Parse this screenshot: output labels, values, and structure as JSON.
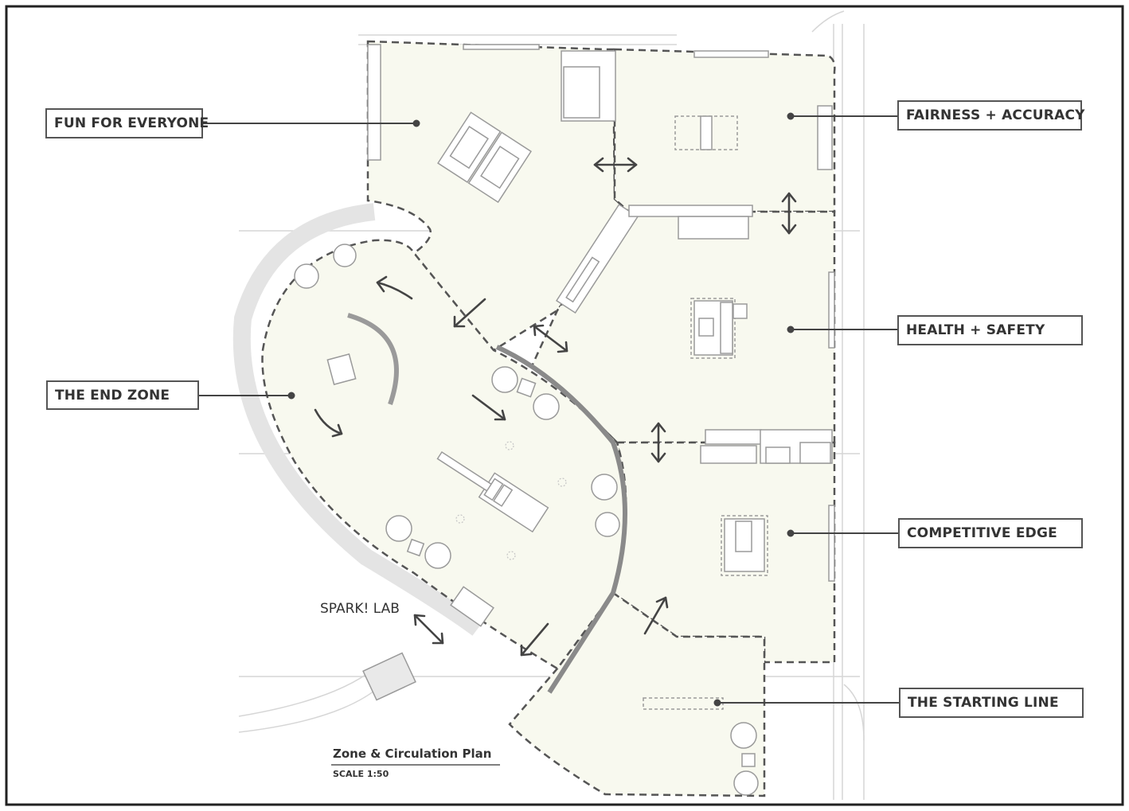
{
  "labels": {
    "fun_for_everyone": "FUN FOR EVERYONE",
    "fairness_accuracy": "FAIRNESS + ACCURACY",
    "the_end_zone": "THE END ZONE",
    "health_safety": "HEALTH + SAFETY",
    "competitive_edge": "COMPETITIVE EDGE",
    "the_starting_line": "THE STARTING LINE",
    "spark_lab": "SPARK! LAB"
  },
  "caption": {
    "title": "Zone & Circulation Plan",
    "scale": "SCALE 1:50"
  },
  "colors": {
    "border": "#222222",
    "zone_fill": "#f8f9ef",
    "dash": "#555555",
    "arrow": "#444444",
    "wall": "#cfcfcf"
  }
}
